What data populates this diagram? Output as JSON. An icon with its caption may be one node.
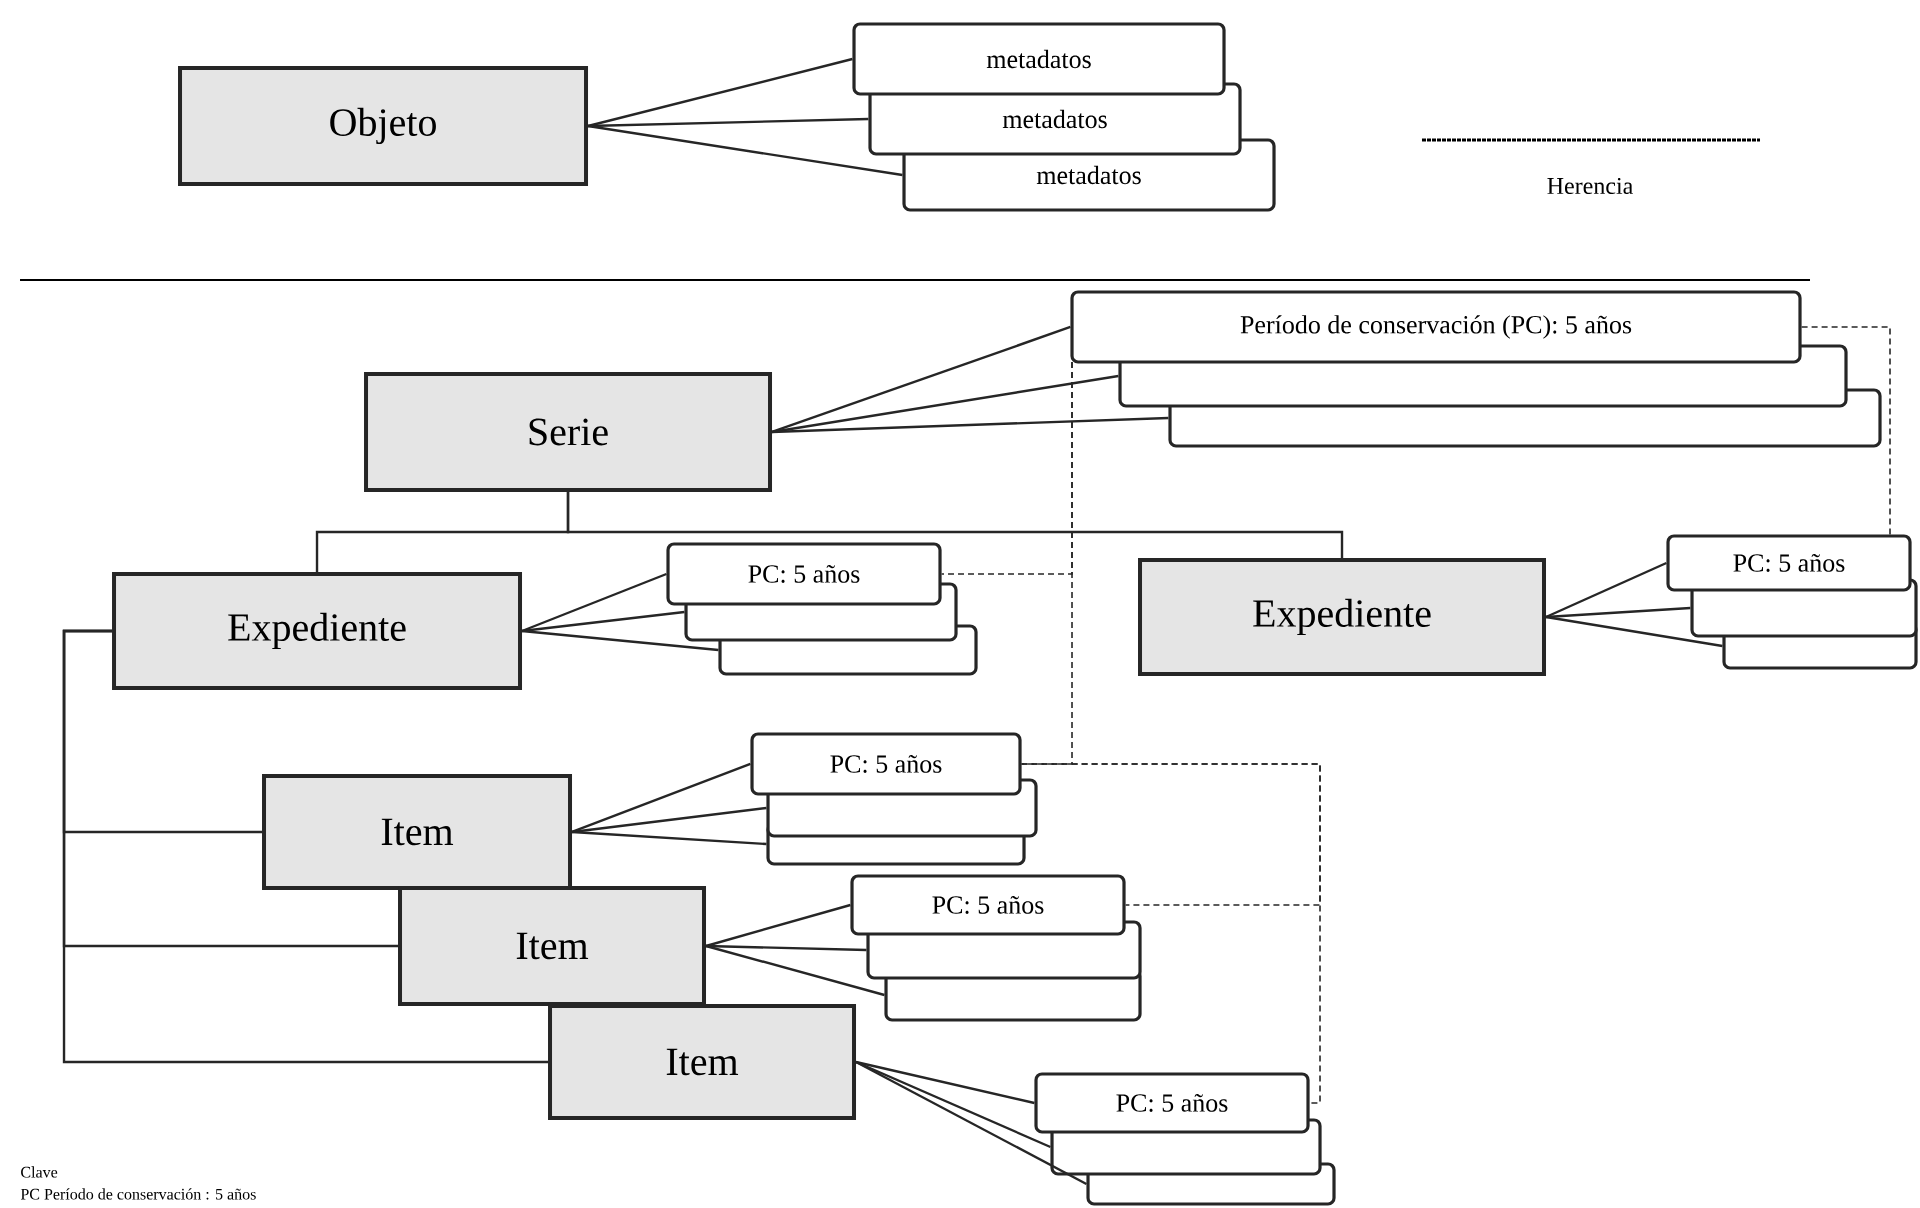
{
  "diagram": {
    "nodes": [
      {
        "text": [
          "Objeto"
        ]
      },
      {
        "text": [
          "metadatos"
        ]
      },
      {
        "text": [
          "metadatos"
        ]
      },
      {
        "text": [
          "metadatos"
        ]
      },
      {
        "text": [
          "Serie"
        ]
      },
      {
        "text": [
          "Período de conservación (PC): 5 años"
        ]
      },
      {
        "text": [],
        "shape": "box"
      },
      {
        "text": [],
        "shape": "box"
      },
      {
        "text": [
          "Expediente"
        ]
      },
      {
        "text": [
          "PC: 5 años"
        ]
      },
      {
        "text": [],
        "shape": "box"
      },
      {
        "text": [],
        "shape": "box"
      },
      {
        "text": [
          "Expediente"
        ]
      },
      {
        "text": [
          "PC: 5 años"
        ]
      },
      {
        "text": [],
        "shape": "box"
      },
      {
        "text": [],
        "shape": "box"
      },
      {
        "text": [
          "Item"
        ]
      },
      {
        "text": [
          "PC: 5 años"
        ]
      },
      {
        "text": [],
        "shape": "box"
      },
      {
        "text": [],
        "shape": "box"
      },
      {
        "text": [
          "Item"
        ]
      },
      {
        "text": [
          "PC: 5 años"
        ]
      },
      {
        "text": [],
        "shape": "box"
      },
      {
        "text": [],
        "shape": "box"
      },
      {
        "text": [
          "Item"
        ]
      },
      {
        "text": [
          "PC: 5 años"
        ]
      },
      {
        "text": [],
        "shape": "box"
      },
      {
        "text": [],
        "shape": "box"
      }
    ],
    "edges": [
      {
        "from": 0,
        "to": 1,
        "arrow": "none"
      },
      {
        "from": 0,
        "to": 2,
        "arrow": "none"
      },
      {
        "from": 0,
        "to": 3,
        "arrow": "none"
      },
      {
        "from": 4,
        "to": 5,
        "arrow": "none"
      },
      {
        "from": 4,
        "to": 6,
        "arrow": "none"
      },
      {
        "from": 4,
        "to": 7,
        "arrow": "none"
      },
      {
        "from": 4,
        "to": 8,
        "arrow": "none"
      },
      {
        "from": 4,
        "to": 12,
        "arrow": "none"
      },
      {
        "from": 8,
        "to": 9,
        "arrow": "none"
      },
      {
        "from": 8,
        "to": 10,
        "arrow": "none"
      },
      {
        "from": 8,
        "to": 11,
        "arrow": "none"
      },
      {
        "from": 12,
        "to": 13,
        "arrow": "none"
      },
      {
        "from": 12,
        "to": 14,
        "arrow": "none"
      },
      {
        "from": 12,
        "to": 15,
        "arrow": "none"
      },
      {
        "from": 8,
        "to": 16,
        "arrow": "none"
      },
      {
        "from": 8,
        "to": 20,
        "arrow": "none"
      },
      {
        "from": 8,
        "to": 24,
        "arrow": "none"
      },
      {
        "from": 16,
        "to": 17,
        "arrow": "none"
      },
      {
        "from": 16,
        "to": 18,
        "arrow": "none"
      },
      {
        "from": 16,
        "to": 19,
        "arrow": "none"
      },
      {
        "from": 20,
        "to": 21,
        "arrow": "none"
      },
      {
        "from": 20,
        "to": 22,
        "arrow": "none"
      },
      {
        "from": 20,
        "to": 23,
        "arrow": "none"
      },
      {
        "from": 24,
        "to": 25,
        "arrow": "none"
      },
      {
        "from": 24,
        "to": 26,
        "arrow": "none"
      },
      {
        "from": 24,
        "to": 27,
        "arrow": "none"
      },
      {
        "from": 5,
        "to": 13,
        "arrow": "none",
        "style": "dashed"
      },
      {
        "from": 5,
        "to": 9,
        "arrow": "none",
        "style": "dashed"
      },
      {
        "from": 5,
        "to": 17,
        "arrow": "none",
        "style": "dashed"
      },
      {
        "from": 17,
        "to": 21,
        "arrow": "none",
        "style": "dashed"
      },
      {
        "from": 17,
        "to": 25,
        "arrow": "none",
        "style": "dashed"
      }
    ],
    "labels": [
      "Clave",
      "PC Período de conservación : 5 años"
    ],
    "legend": [
      {
        "text": "Herencia"
      }
    ]
  }
}
